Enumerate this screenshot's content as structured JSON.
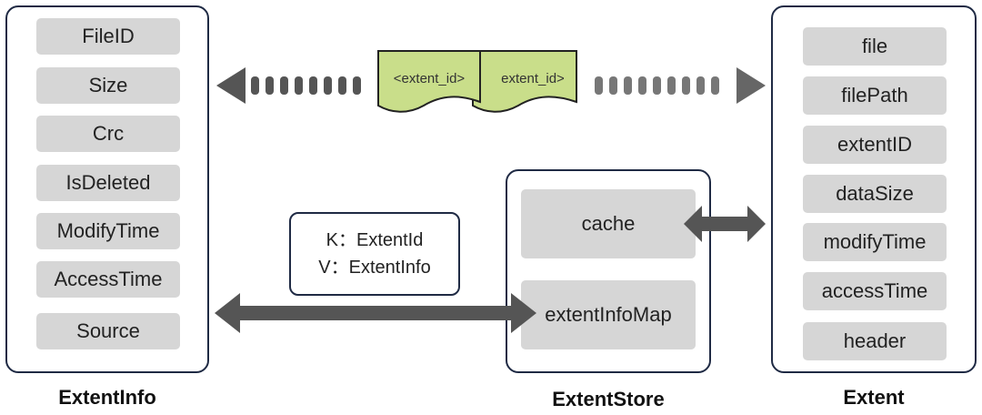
{
  "extent_info": {
    "caption": "ExtentInfo",
    "fields": [
      "FileID",
      "Size",
      "Crc",
      "IsDeleted",
      "ModifyTime",
      "AccessTime",
      "Source"
    ]
  },
  "extent_store": {
    "caption": "ExtentStore",
    "cache_label": "cache",
    "map_label": "extentInfoMap"
  },
  "extent": {
    "caption": "Extent",
    "fields": [
      "file",
      "filePath",
      "extentID",
      "dataSize",
      "modifyTime",
      "accessTime",
      "header"
    ]
  },
  "kv_note": {
    "key_line": "K：ExtentId",
    "value_line": "V：ExtentInfo"
  },
  "tags": [
    "<extent_id>",
    "extent_id>"
  ],
  "colors": {
    "border": "#1f2a44",
    "field_bg": "#d6d6d6",
    "arrow": "#555555",
    "tag_fill": "#c9de8a",
    "tag_stroke": "#222222"
  }
}
